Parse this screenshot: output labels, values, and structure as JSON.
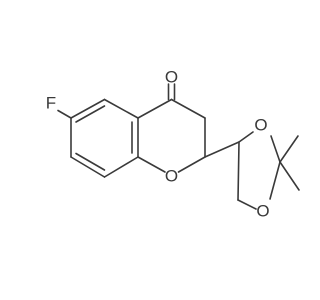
{
  "molecule": {
    "atoms": {
      "carbonyl_oxygen": "O",
      "fluorine": "F",
      "ring_oxygen": "O",
      "dioxolane_oxygen_1": "O",
      "dioxolane_oxygen_2": "O"
    }
  }
}
